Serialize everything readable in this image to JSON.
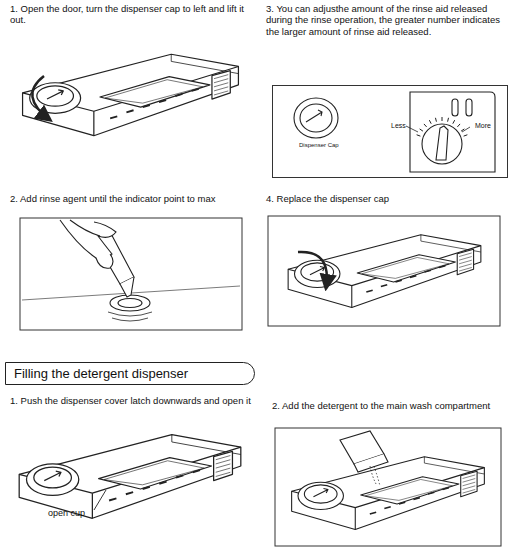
{
  "diagram": {
    "nodes": [
      {
        "text": [
          "Less",
          "More",
          "Dispenser Cap"
        ]
      },
      {
        "text": [
          "Filling the detergent dispenser"
        ]
      }
    ],
    "labels": [
      "1. Open the door, turn the dispenser cap to left and lift it out.",
      "2. Add rinse agent until the indicator point to max",
      "3. You can adjusthe amount of the rinse aid released during the rinse operation, the greater number indicates the larger amount of rinse aid released.",
      "4. Replace the dispenser cap",
      "1. Push the dispenser cover latch downwards and open it",
      "2. Add the detergent to the main wash compartment",
      "open cup"
    ]
  }
}
